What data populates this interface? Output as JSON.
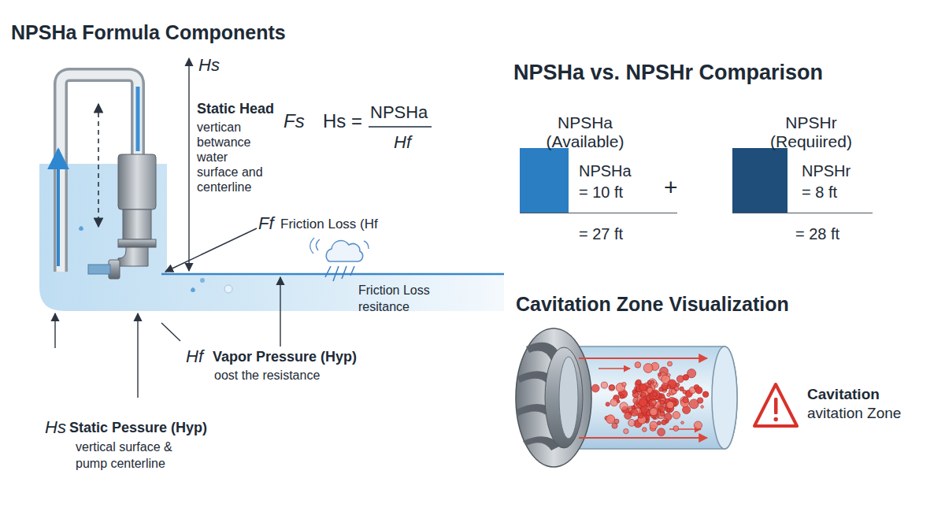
{
  "diagram": {
    "title": "NPSHa Formula Components",
    "nodes": [
      {
        "text": [
          "NPSHa (Available)",
          "NPSHa = 10 ft",
          "= 27 ft"
        ]
      },
      {
        "text": [
          "NPSHr (Requiired)",
          "NPSHr = 8 ft",
          "= 28 ft"
        ]
      }
    ],
    "labels": [
      "Hs",
      "Static Head",
      "vertican betwance water surface and centerline",
      "Fs",
      "Hs =",
      "NPSHa",
      "Hf",
      "NPSHa vs. NPSHr Comparison",
      "+",
      "Ff",
      "Friction Loss (Hf",
      "Friction Loss resitance",
      "Hf",
      "Vapor Pressure (Hyp)",
      "oost the resistance",
      "Cavitation Zone Visualization",
      "Hs",
      "Static Pessure (Hyp)",
      "vertical surface & pump centerline",
      "Cavitation",
      "avitation Zone"
    ]
  }
}
